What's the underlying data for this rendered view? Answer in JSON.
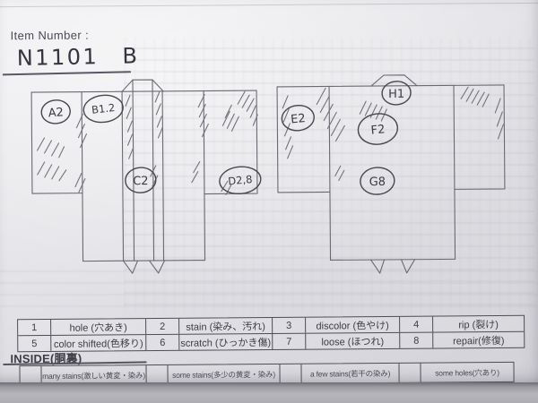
{
  "header": {
    "item_number_label": "Item Number :",
    "item_number_value": "N1101 B"
  },
  "annotations": {
    "front": [
      {
        "label": "A2"
      },
      {
        "label": "B1.2"
      },
      {
        "label": "C2"
      },
      {
        "label": "D2,8"
      }
    ],
    "back": [
      {
        "label": "E2"
      },
      {
        "label": "F2"
      },
      {
        "label": "G8"
      },
      {
        "label": "H1"
      }
    ]
  },
  "legend": {
    "items": [
      {
        "num": "1",
        "label": "hole (穴あき)"
      },
      {
        "num": "2",
        "label": "stain (染み、汚れ)"
      },
      {
        "num": "3",
        "label": "discolor (色やけ)"
      },
      {
        "num": "4",
        "label": "rip (裂け)"
      },
      {
        "num": "5",
        "label": "color shifted(色移り)"
      },
      {
        "num": "6",
        "label": "scratch (ひっかき傷)"
      },
      {
        "num": "7",
        "label": "loose (ほつれ)"
      },
      {
        "num": "8",
        "label": "repair(修復)"
      }
    ]
  },
  "inside": {
    "label": "INSIDE(胴裏)",
    "options": [
      {
        "label": "many stains(激しい黄変・染み)"
      },
      {
        "label": "some stains(多少の黄変・染み)"
      },
      {
        "label": "a few stains(若干の染み)"
      },
      {
        "label": "some holes(穴あり)"
      }
    ]
  },
  "colors": {
    "paper": "#e7e6ea",
    "ink": "#4e4d57",
    "pen": "#47464f"
  }
}
